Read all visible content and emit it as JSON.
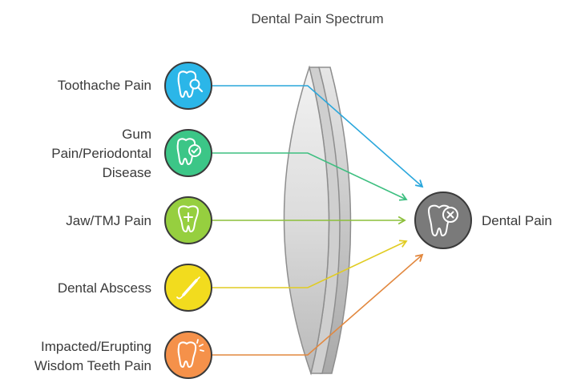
{
  "title": "Dental Pain Spectrum",
  "sources": [
    {
      "label": "Toothache Pain",
      "color": "#2bb6e8",
      "line_color": "#2aa7dc",
      "icon": "tooth-search-icon"
    },
    {
      "label": "Gum Pain/Periodontal Disease",
      "label_lines": [
        "Gum",
        "Pain/Periodontal",
        "Disease"
      ],
      "color": "#3cc687",
      "line_color": "#3dbf80",
      "icon": "tooth-check-icon"
    },
    {
      "label": "Jaw/TMJ Pain",
      "color": "#96cf3f",
      "line_color": "#8cbf3a",
      "icon": "tooth-plus-icon"
    },
    {
      "label": "Dental Abscess",
      "color": "#f2dc1e",
      "line_color": "#e1cc22",
      "icon": "dental-probe-icon"
    },
    {
      "label": "Impacted/Erupting Wisdom Teeth Pain",
      "label_lines": [
        "Impacted/Erupting",
        "Wisdom Teeth Pain"
      ],
      "color": "#f5914a",
      "line_color": "#e2883f",
      "icon": "tooth-pain-icon"
    }
  ],
  "target": {
    "label": "Dental Pain",
    "color": "#7a7a7a",
    "icon": "tooth-x-icon"
  }
}
